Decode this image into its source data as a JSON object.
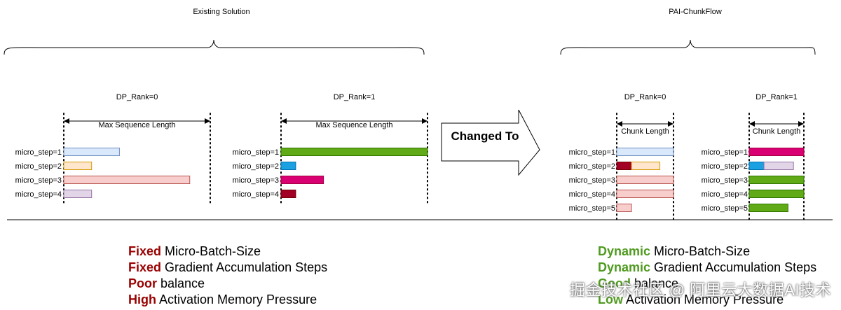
{
  "titles": {
    "left": "Existing Solution",
    "right": "PAI-ChunkFlow"
  },
  "changed_label": "Changed To",
  "colors": {
    "fixed_keyword": "#990000",
    "dynamic_keyword": "#4f9a1f",
    "light_blue": "#dae8fc",
    "light_blue_stroke": "#6c8ebf",
    "light_orange": "#ffe6cc",
    "light_orange_stroke": "#d79b00",
    "light_pink": "#f8cecc",
    "light_pink_stroke": "#b85450",
    "light_purple": "#e1d5e7",
    "light_purple_stroke": "#9673a6",
    "green": "#60a917",
    "green_stroke": "#2d7600",
    "blue": "#1ba1e2",
    "blue_stroke": "#006eaf",
    "dark_red": "#a20025",
    "dark_red_stroke": "#6f0000",
    "magenta": "#d80073",
    "magenta_stroke": "#a50040"
  },
  "panels": [
    {
      "rank_label": "DP_Rank=0",
      "length_label": "Max Sequence Length",
      "rows": [
        {
          "label": "micro_step=1",
          "segments": [
            {
              "fraction": 0.38,
              "color": "light_blue"
            }
          ]
        },
        {
          "label": "micro_step=2",
          "segments": [
            {
              "fraction": 0.19,
              "color": "light_orange"
            }
          ]
        },
        {
          "label": "micro_step=3",
          "segments": [
            {
              "fraction": 0.86,
              "color": "light_pink"
            }
          ]
        },
        {
          "label": "micro_step=4",
          "segments": [
            {
              "fraction": 0.19,
              "color": "light_purple"
            }
          ]
        }
      ]
    },
    {
      "rank_label": "DP_Rank=1",
      "length_label": "Max Sequence Length",
      "rows": [
        {
          "label": "micro_step=1",
          "segments": [
            {
              "fraction": 1.0,
              "color": "green"
            }
          ]
        },
        {
          "label": "micro_step=2",
          "segments": [
            {
              "fraction": 0.1,
              "color": "blue"
            }
          ]
        },
        {
          "label": "micro_step=3",
          "segments": [
            {
              "fraction": 0.29,
              "color": "magenta"
            }
          ]
        },
        {
          "label": "micro_step=4",
          "segments": [
            {
              "fraction": 0.1,
              "color": "dark_red"
            }
          ]
        }
      ]
    },
    {
      "rank_label": "DP_Rank=0",
      "length_label": "Chunk Length",
      "rows": [
        {
          "label": "micro_step=1",
          "segments": [
            {
              "fraction": 1.0,
              "color": "light_blue"
            }
          ]
        },
        {
          "label": "micro_step=2",
          "segments": [
            {
              "fraction": 0.26,
              "color": "dark_red"
            },
            {
              "fraction": 0.5,
              "color": "light_orange"
            }
          ]
        },
        {
          "label": "micro_step=3",
          "segments": [
            {
              "fraction": 1.0,
              "color": "light_pink"
            }
          ]
        },
        {
          "label": "micro_step=4",
          "segments": [
            {
              "fraction": 1.0,
              "color": "light_pink"
            }
          ]
        },
        {
          "label": "micro_step=5",
          "segments": [
            {
              "fraction": 0.26,
              "color": "light_pink"
            }
          ]
        }
      ]
    },
    {
      "rank_label": "DP_Rank=1",
      "length_label": "Chunk Length",
      "rows": [
        {
          "label": "micro_step=1",
          "segments": [
            {
              "fraction": 1.0,
              "color": "magenta"
            }
          ]
        },
        {
          "label": "micro_step=2",
          "segments": [
            {
              "fraction": 0.27,
              "color": "blue"
            },
            {
              "fraction": 0.54,
              "color": "light_purple"
            }
          ]
        },
        {
          "label": "micro_step=3",
          "segments": [
            {
              "fraction": 1.0,
              "color": "green"
            }
          ]
        },
        {
          "label": "micro_step=4",
          "segments": [
            {
              "fraction": 1.0,
              "color": "green"
            }
          ]
        },
        {
          "label": "micro_step=5",
          "segments": [
            {
              "fraction": 0.71,
              "color": "green"
            }
          ]
        }
      ]
    }
  ],
  "summaries": {
    "left": [
      {
        "keyword": "Fixed",
        "rest": " Micro-Batch-Size"
      },
      {
        "keyword": "Fixed",
        "rest": " Gradient Accumulation Steps"
      },
      {
        "keyword": "Poor",
        "rest": " balance"
      },
      {
        "keyword": "High",
        "rest": " Activation Memory Pressure"
      }
    ],
    "right": [
      {
        "keyword": "Dynamic",
        "rest": " Micro-Batch-Size"
      },
      {
        "keyword": "Dynamic",
        "rest": " Gradient Accumulation Steps"
      },
      {
        "keyword": "Good",
        "rest": " balance"
      },
      {
        "keyword": "Low",
        "rest": " Activation Memory Pressure"
      }
    ]
  },
  "watermark": "掘金技术社区 @ 阿里云大数据AI技术"
}
